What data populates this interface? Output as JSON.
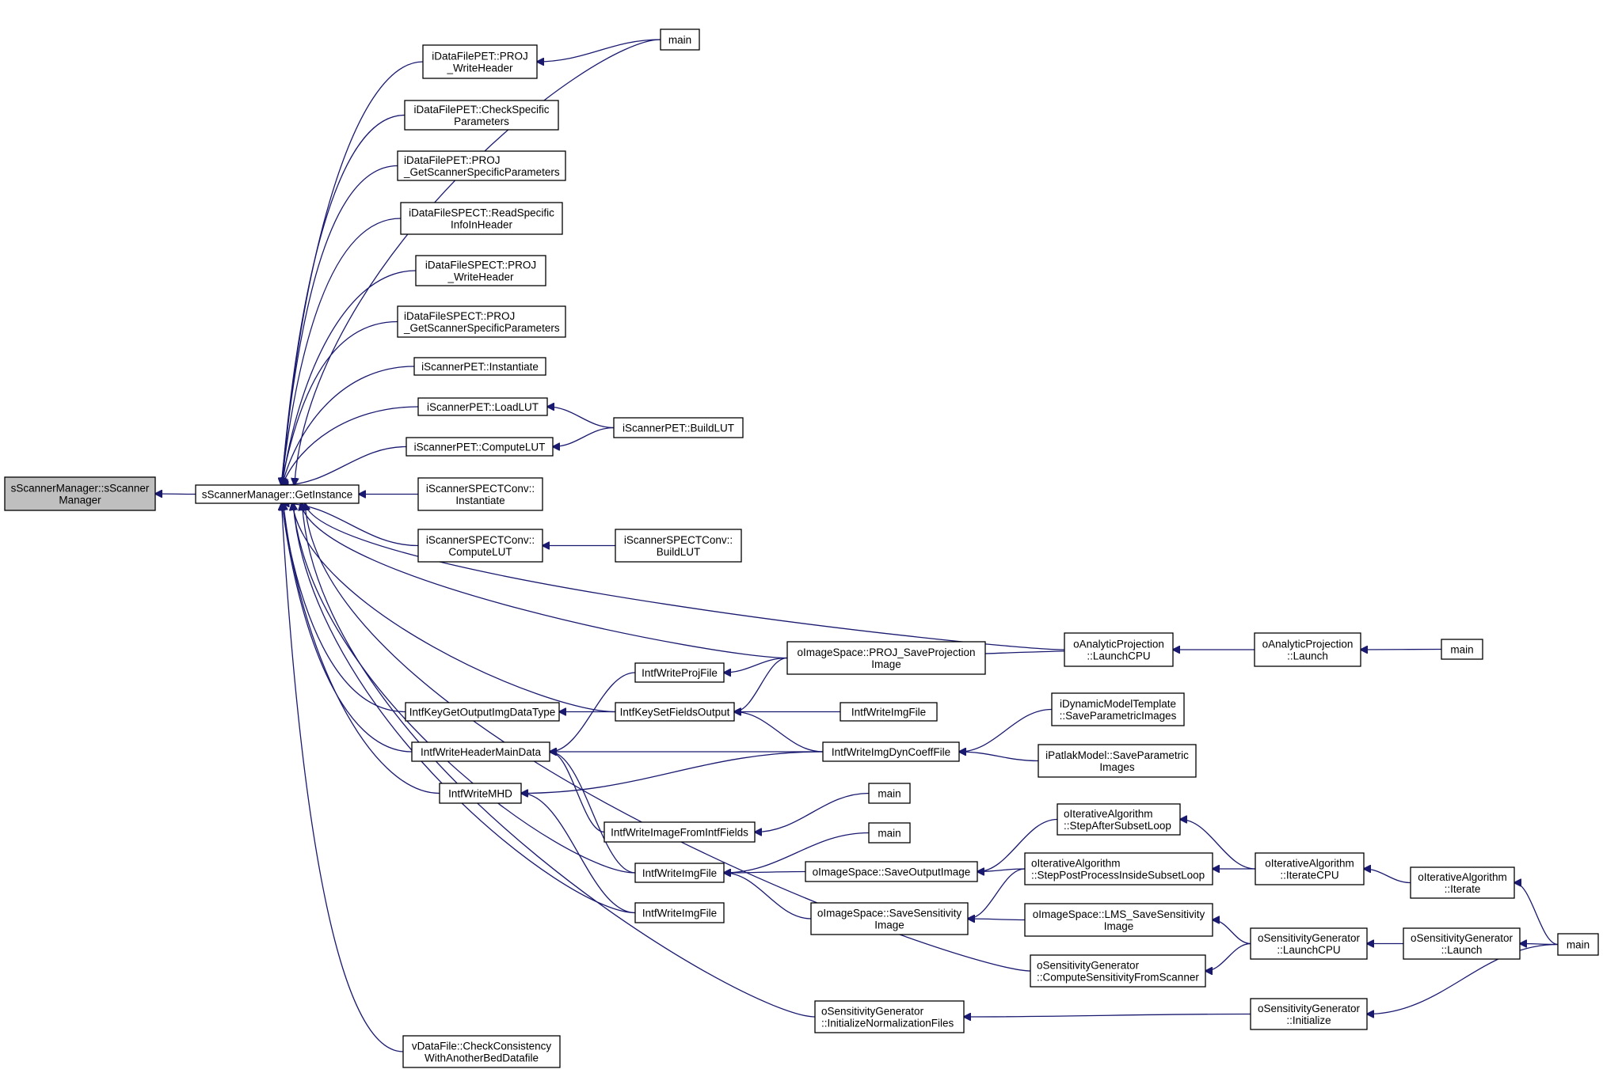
{
  "graph": {
    "type": "doxygen-caller-graph",
    "colors": {
      "edge": "#191970",
      "root_fill": "#bfbfbf",
      "node_fill": "#ffffff",
      "node_border": "#000000"
    },
    "nodes": [
      {
        "id": "root",
        "lines": [
          "sScannerManager::sScanner",
          "Manager"
        ],
        "root": true
      },
      {
        "id": "getinstance",
        "lines": [
          "sScannerManager::GetInstance"
        ]
      },
      {
        "id": "main1",
        "lines": [
          "main"
        ]
      },
      {
        "id": "pet_writeheader",
        "lines": [
          "iDataFilePET::PROJ",
          "_WriteHeader"
        ]
      },
      {
        "id": "pet_checkspecific",
        "lines": [
          "iDataFilePET::CheckSpecific",
          "Parameters"
        ]
      },
      {
        "id": "pet_getscannerspecific",
        "lines": [
          "iDataFilePET::PROJ",
          "_GetScannerSpecificParameters"
        ],
        "align": "left"
      },
      {
        "id": "spect_readspecific",
        "lines": [
          "iDataFileSPECT::ReadSpecific",
          "InfoInHeader"
        ]
      },
      {
        "id": "spect_writeheader",
        "lines": [
          "iDataFileSPECT::PROJ",
          "_WriteHeader"
        ]
      },
      {
        "id": "spect_getscannerspecific",
        "lines": [
          "iDataFileSPECT::PROJ",
          "_GetScannerSpecificParameters"
        ],
        "align": "left"
      },
      {
        "id": "scannerpet_instantiate",
        "lines": [
          "iScannerPET::Instantiate"
        ]
      },
      {
        "id": "scannerpet_loadlut",
        "lines": [
          "iScannerPET::LoadLUT"
        ]
      },
      {
        "id": "scannerpet_computelut",
        "lines": [
          "iScannerPET::ComputeLUT"
        ]
      },
      {
        "id": "scannerpet_buildlut",
        "lines": [
          "iScannerPET::BuildLUT"
        ]
      },
      {
        "id": "spectconv_instantiate",
        "lines": [
          "iScannerSPECTConv::",
          "Instantiate"
        ]
      },
      {
        "id": "spectconv_computelut",
        "lines": [
          "iScannerSPECTConv::",
          "ComputeLUT"
        ]
      },
      {
        "id": "spectconv_buildlut",
        "lines": [
          "iScannerSPECTConv::",
          "BuildLUT"
        ]
      },
      {
        "id": "analytic_launchcpu",
        "lines": [
          "oAnalyticProjection",
          "::LaunchCPU"
        ]
      },
      {
        "id": "analytic_launch",
        "lines": [
          "oAnalyticProjection",
          "::Launch"
        ]
      },
      {
        "id": "main2",
        "lines": [
          "main"
        ]
      },
      {
        "id": "proj_saveprojection",
        "lines": [
          "oImageSpace::PROJ_SaveProjection",
          "Image"
        ]
      },
      {
        "id": "intfwriteprojfile",
        "lines": [
          "IntfWriteProjFile"
        ]
      },
      {
        "id": "intfkeygetoutput",
        "lines": [
          "IntfKeyGetOutputImgDataType"
        ]
      },
      {
        "id": "intfkeysetfields",
        "lines": [
          "IntfKeySetFieldsOutput"
        ]
      },
      {
        "id": "intfwriteimgfile_a",
        "lines": [
          "IntfWriteImgFile"
        ]
      },
      {
        "id": "dynmodel_saveparam",
        "lines": [
          "iDynamicModelTemplate",
          "::SaveParametricImages"
        ]
      },
      {
        "id": "intfwriteheadermain",
        "lines": [
          "IntfWriteHeaderMainData"
        ]
      },
      {
        "id": "intfwriteimgdyncoeff",
        "lines": [
          "IntfWriteImgDynCoeffFile"
        ]
      },
      {
        "id": "patlak_saveparam",
        "lines": [
          "iPatlakModel::SaveParametric",
          "Images"
        ]
      },
      {
        "id": "intfwritemhd",
        "lines": [
          "IntfWriteMHD"
        ]
      },
      {
        "id": "main3",
        "lines": [
          "main"
        ]
      },
      {
        "id": "intfwriteimagefromfields",
        "lines": [
          "IntfWriteImageFromIntfFields"
        ]
      },
      {
        "id": "main4",
        "lines": [
          "main"
        ]
      },
      {
        "id": "iter_stepafter",
        "lines": [
          "oIterativeAlgorithm",
          "::StepAfterSubsetLoop"
        ],
        "align": "left"
      },
      {
        "id": "intfwriteimgfile_b",
        "lines": [
          "IntfWriteImgFile"
        ]
      },
      {
        "id": "saveoutputimage",
        "lines": [
          "oImageSpace::SaveOutputImage"
        ]
      },
      {
        "id": "iter_steppost",
        "lines": [
          "oIterativeAlgorithm",
          "::StepPostProcessInsideSubsetLoop"
        ],
        "align": "left"
      },
      {
        "id": "iter_iteratecpu",
        "lines": [
          "oIterativeAlgorithm",
          "::IterateCPU"
        ]
      },
      {
        "id": "iter_iterate",
        "lines": [
          "oIterativeAlgorithm",
          "::Iterate"
        ]
      },
      {
        "id": "intfwriteimgfile_c",
        "lines": [
          "IntfWriteImgFile"
        ]
      },
      {
        "id": "savesensitivity",
        "lines": [
          "oImageSpace::SaveSensitivity",
          "Image"
        ]
      },
      {
        "id": "lms_savesensitivity",
        "lines": [
          "oImageSpace::LMS_SaveSensitivity",
          "Image"
        ]
      },
      {
        "id": "sensgen_launchcpu",
        "lines": [
          "oSensitivityGenerator",
          "::LaunchCPU"
        ]
      },
      {
        "id": "sensgen_launch",
        "lines": [
          "oSensitivityGenerator",
          "::Launch"
        ]
      },
      {
        "id": "main5",
        "lines": [
          "main"
        ]
      },
      {
        "id": "sensgen_computefromscanner",
        "lines": [
          "oSensitivityGenerator",
          "::ComputeSensitivityFromScanner"
        ],
        "align": "left"
      },
      {
        "id": "sensgen_initnorm",
        "lines": [
          "oSensitivityGenerator",
          "::InitializeNormalizationFiles"
        ],
        "align": "left"
      },
      {
        "id": "sensgen_initialize",
        "lines": [
          "oSensitivityGenerator",
          "::Initialize"
        ]
      },
      {
        "id": "vdatafile_checkconsistency",
        "lines": [
          "vDataFile::CheckConsistency",
          "WithAnotherBedDatafile"
        ]
      }
    ],
    "edges": [
      [
        "getinstance",
        "root"
      ],
      [
        "main1",
        "getinstance"
      ],
      [
        "pet_writeheader",
        "getinstance"
      ],
      [
        "pet_checkspecific",
        "getinstance"
      ],
      [
        "pet_getscannerspecific",
        "getinstance"
      ],
      [
        "spect_readspecific",
        "getinstance"
      ],
      [
        "spect_writeheader",
        "getinstance"
      ],
      [
        "spect_getscannerspecific",
        "getinstance"
      ],
      [
        "scannerpet_instantiate",
        "getinstance"
      ],
      [
        "scannerpet_loadlut",
        "getinstance"
      ],
      [
        "scannerpet_computelut",
        "getinstance"
      ],
      [
        "spectconv_instantiate",
        "getinstance"
      ],
      [
        "spectconv_computelut",
        "getinstance"
      ],
      [
        "analytic_launchcpu",
        "getinstance"
      ],
      [
        "proj_saveprojection",
        "getinstance"
      ],
      [
        "intfkeysetfields",
        "getinstance"
      ],
      [
        "intfkeygetoutput",
        "getinstance"
      ],
      [
        "intfwriteheadermain",
        "getinstance"
      ],
      [
        "intfwritemhd",
        "getinstance"
      ],
      [
        "intfwriteimgfile_b",
        "getinstance"
      ],
      [
        "intfwriteimgfile_c",
        "getinstance"
      ],
      [
        "sensgen_computefromscanner",
        "getinstance"
      ],
      [
        "sensgen_initnorm",
        "getinstance"
      ],
      [
        "vdatafile_checkconsistency",
        "getinstance"
      ],
      [
        "main1",
        "pet_writeheader"
      ],
      [
        "scannerpet_buildlut",
        "scannerpet_loadlut"
      ],
      [
        "scannerpet_buildlut",
        "scannerpet_computelut"
      ],
      [
        "spectconv_buildlut",
        "spectconv_computelut"
      ],
      [
        "analytic_launch",
        "analytic_launchcpu"
      ],
      [
        "main2",
        "analytic_launch"
      ],
      [
        "proj_saveprojection",
        "analytic_launchcpu"
      ],
      [
        "proj_saveprojection",
        "intfwriteprojfile"
      ],
      [
        "proj_saveprojection",
        "intfkeysetfields"
      ],
      [
        "intfwriteprojfile",
        "intfwriteheadermain"
      ],
      [
        "intfkeysetfields",
        "intfkeygetoutput"
      ],
      [
        "intfwriteimgfile_a",
        "intfkeysetfields"
      ],
      [
        "intfwriteimgdyncoeff",
        "intfkeysetfields"
      ],
      [
        "intfwriteimgdyncoeff",
        "intfwriteheadermain"
      ],
      [
        "intfwriteimgdyncoeff",
        "intfwritemhd"
      ],
      [
        "dynmodel_saveparam",
        "intfwriteimgdyncoeff"
      ],
      [
        "patlak_saveparam",
        "intfwriteimgdyncoeff"
      ],
      [
        "intfwriteimagefromfields",
        "intfwriteheadermain"
      ],
      [
        "main3",
        "intfwriteimagefromfields"
      ],
      [
        "intfwriteimgfile_b",
        "intfwriteheadermain"
      ],
      [
        "intfwriteimgfile_c",
        "intfwritemhd"
      ],
      [
        "main4",
        "intfwriteimgfile_b"
      ],
      [
        "saveoutputimage",
        "intfwriteimgfile_b"
      ],
      [
        "savesensitivity",
        "intfwriteimgfile_b"
      ],
      [
        "iter_stepafter",
        "saveoutputimage"
      ],
      [
        "iter_steppost",
        "saveoutputimage"
      ],
      [
        "iter_steppost",
        "savesensitivity"
      ],
      [
        "lms_savesensitivity",
        "savesensitivity"
      ],
      [
        "iter_iteratecpu",
        "iter_stepafter"
      ],
      [
        "iter_iteratecpu",
        "iter_steppost"
      ],
      [
        "iter_iterate",
        "iter_iteratecpu"
      ],
      [
        "main5",
        "iter_iterate"
      ],
      [
        "sensgen_launchcpu",
        "lms_savesensitivity"
      ],
      [
        "sensgen_launchcpu",
        "sensgen_computefromscanner"
      ],
      [
        "sensgen_launch",
        "sensgen_launchcpu"
      ],
      [
        "main5",
        "sensgen_launch"
      ],
      [
        "sensgen_initialize",
        "sensgen_initnorm"
      ],
      [
        "main5",
        "sensgen_initialize"
      ]
    ]
  }
}
